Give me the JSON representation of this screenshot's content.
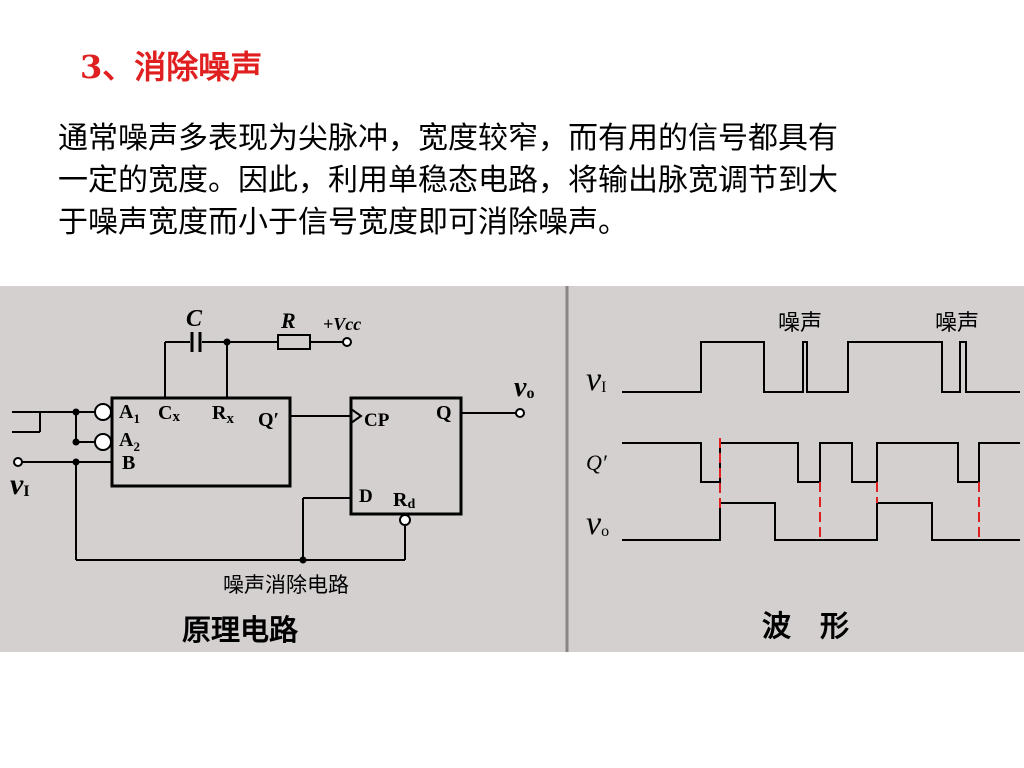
{
  "title": "3、消除噪声",
  "body_lines": [
    "通常噪声多表现为尖脉冲，宽度较窄，而有用的信号都具有",
    "一定的宽度。因此，利用单稳态电路，将输出脉宽调节到大",
    "于噪声宽度而小于信号宽度即可消除噪声。"
  ],
  "circuit": {
    "caption": "原理电路",
    "block_label": "噪声消除电路",
    "capacitor_label": "C",
    "resistor_label": "R",
    "vcc_label": "+Vcc",
    "input_label": "v",
    "input_subscript": "I",
    "output_label": "v",
    "output_subscript": "o",
    "oneshot_pins": {
      "a1": "A",
      "a1_sub": "1",
      "a2": "A",
      "a2_sub": "2",
      "b": "B",
      "cx": "C",
      "cx_sub": "x",
      "rx": "R",
      "rx_sub": "x",
      "q": "Q′"
    },
    "ff_pins": {
      "cp": "CP",
      "q": "Q",
      "d": "D",
      "rd": "R",
      "rd_sub": "d"
    }
  },
  "waveform": {
    "caption": "波　形",
    "noise_label_1": "噪声",
    "noise_label_2": "噪声",
    "row_vi": "v",
    "row_vi_sub": "I",
    "row_q": "Q′",
    "row_vo": "v",
    "row_vo_sub": "o"
  },
  "colors": {
    "title": "#e02020",
    "figure_bg": "#d4d0d0",
    "marker": "#e02020"
  }
}
